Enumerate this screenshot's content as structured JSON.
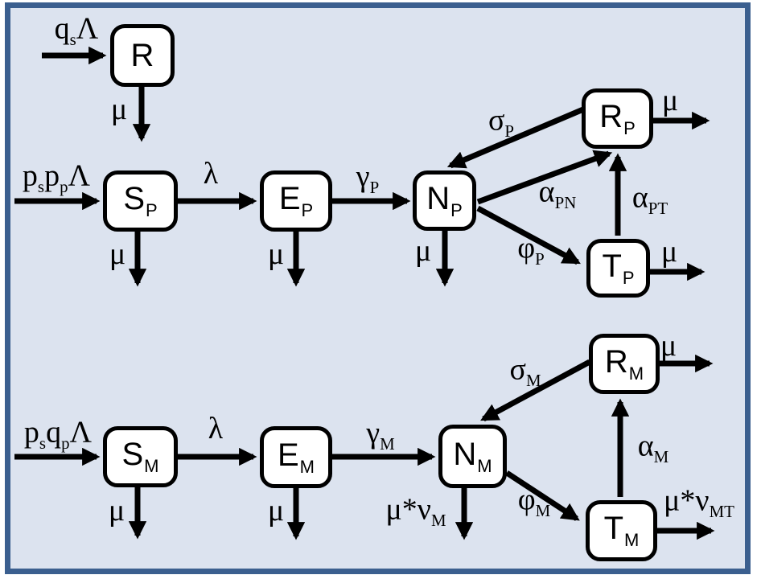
{
  "figure": {
    "type": "compartmental-model-flow-diagram",
    "background_color": "#dce3ef",
    "frame_border_color": "#3b5f8f",
    "box_fill_color": "#ffffff",
    "line_color": "#000000"
  },
  "compartments": {
    "R": [
      {
        "t": "R"
      }
    ],
    "SP": [
      {
        "t": "S",
        "s": "P"
      }
    ],
    "EP": [
      {
        "t": "E",
        "s": "P"
      }
    ],
    "NP": [
      {
        "t": "N",
        "s": "P"
      }
    ],
    "RP": [
      {
        "t": "R",
        "s": "P"
      }
    ],
    "TP": [
      {
        "t": "T",
        "s": "P"
      }
    ],
    "SM": [
      {
        "t": "S",
        "s": "M"
      }
    ],
    "EM": [
      {
        "t": "E",
        "s": "M"
      }
    ],
    "NM": [
      {
        "t": "N",
        "s": "M"
      }
    ],
    "RM": [
      {
        "t": "R",
        "s": "M"
      }
    ],
    "TM": [
      {
        "t": "T",
        "s": "M"
      }
    ]
  },
  "params": {
    "qs_in": [
      {
        "t": "q",
        "s": "s"
      },
      {
        "t": "Λ"
      }
    ],
    "mu_R": [
      {
        "t": "μ"
      }
    ],
    "ps_pp_in": [
      {
        "t": "p",
        "s": "s"
      },
      {
        "t": "p",
        "s": "p"
      },
      {
        "t": "Λ"
      }
    ],
    "lambda_P": [
      {
        "t": "λ"
      }
    ],
    "gamma_P": [
      {
        "t": "γ",
        "s": "P"
      }
    ],
    "mu_SP": [
      {
        "t": "μ"
      }
    ],
    "mu_EP": [
      {
        "t": "μ"
      }
    ],
    "mu_NP": [
      {
        "t": "μ"
      }
    ],
    "sigma_P": [
      {
        "t": "σ",
        "s": "P"
      }
    ],
    "alpha_PN": [
      {
        "t": "α",
        "s": "PN"
      }
    ],
    "alpha_PT": [
      {
        "t": "α",
        "s": "PT"
      }
    ],
    "phi_P": [
      {
        "t": "φ",
        "s": "P"
      }
    ],
    "mu_RP": [
      {
        "t": "μ"
      }
    ],
    "mu_TP": [
      {
        "t": "μ"
      }
    ],
    "ps_qp_in": [
      {
        "t": "p",
        "s": "s"
      },
      {
        "t": "q",
        "s": "p"
      },
      {
        "t": "Λ"
      }
    ],
    "lambda_M": [
      {
        "t": "λ"
      }
    ],
    "gamma_M": [
      {
        "t": "γ",
        "s": "M"
      }
    ],
    "mu_SM": [
      {
        "t": "μ"
      }
    ],
    "mu_EM": [
      {
        "t": "μ"
      }
    ],
    "mu_nu_M": [
      {
        "t": "μ*ν",
        "s": "M"
      }
    ],
    "sigma_M": [
      {
        "t": "σ",
        "s": "M"
      }
    ],
    "phi_M": [
      {
        "t": "φ",
        "s": "M"
      }
    ],
    "alpha_M": [
      {
        "t": "α",
        "s": "M"
      }
    ],
    "mu_RM": [
      {
        "t": "μ"
      }
    ],
    "mu_nu_MT": [
      {
        "t": "μ*ν",
        "s": "MT"
      }
    ]
  }
}
